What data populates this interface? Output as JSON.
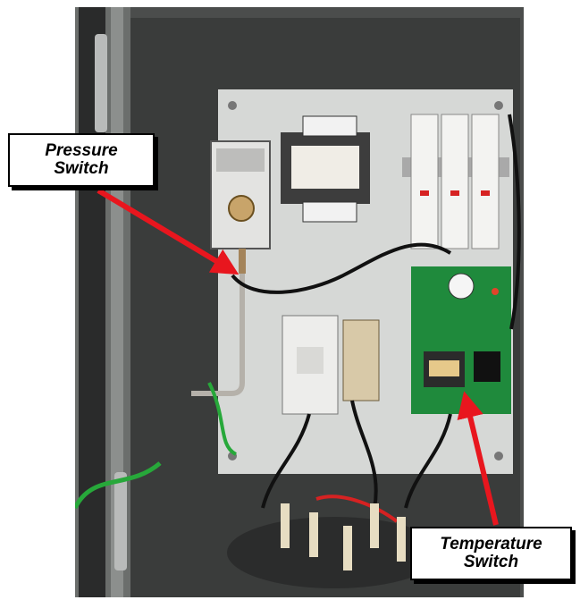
{
  "labels": {
    "pressure": {
      "line1": "Pressure",
      "line2": "Switch"
    },
    "temperature": {
      "line1": "Temperature",
      "line2": "Switch"
    }
  },
  "colors": {
    "arrow": "#e8161e",
    "callout_border": "#000000",
    "callout_fill": "#ffffff",
    "backplate": "#d6d8d6",
    "enclosure": "#4b4d4c",
    "pcb": "#1f8a3c"
  }
}
